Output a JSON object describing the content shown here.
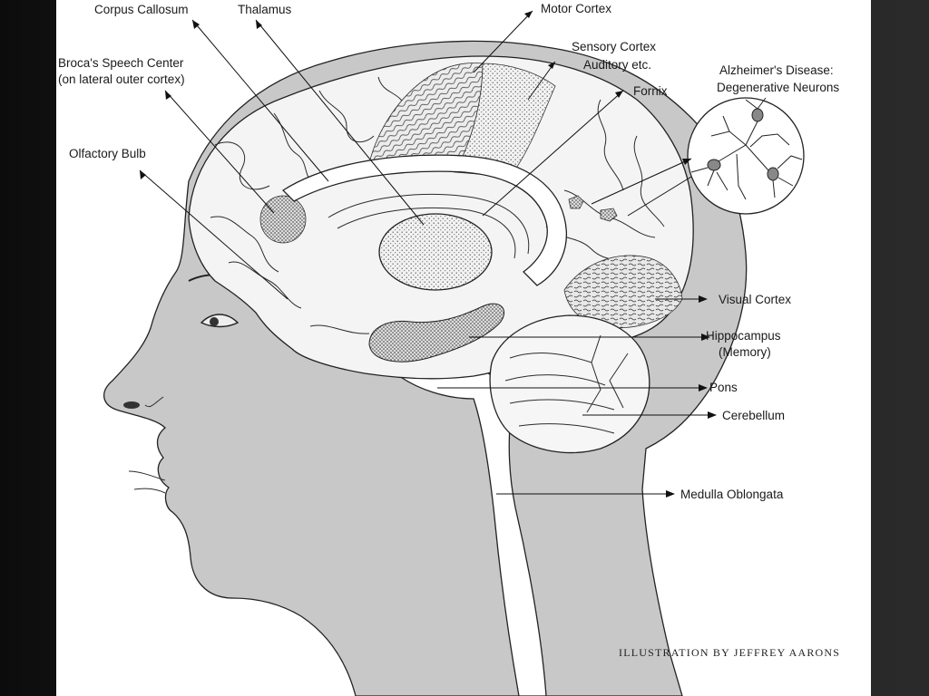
{
  "labels": {
    "corpus_callosum": "Corpus Callosum",
    "thalamus": "Thalamus",
    "motor_cortex": "Motor Cortex",
    "sensory_cortex_1": "Sensory Cortex",
    "sensory_cortex_2": "Auditory etc.",
    "fornix": "Fornix",
    "broca_1": "Broca's Speech Center",
    "broca_2": "(on lateral outer cortex)",
    "alzheimers_1": "Alzheimer's Disease:",
    "alzheimers_2": "Degenerative Neurons",
    "olfactory_bulb": "Olfactory Bulb",
    "visual_cortex": "Visual Cortex",
    "hippocampus_1": "Hippocampus",
    "hippocampus_2": "(Memory)",
    "pons": "Pons",
    "cerebellum": "Cerebellum",
    "medulla": "Medulla Oblongata"
  },
  "credit": "ILLUSTRATION BY JEFFREY AARONS",
  "colors": {
    "skin": "#c8c8c8",
    "brain": "#f4f4f4",
    "background_dark": "#1a1a1a"
  }
}
